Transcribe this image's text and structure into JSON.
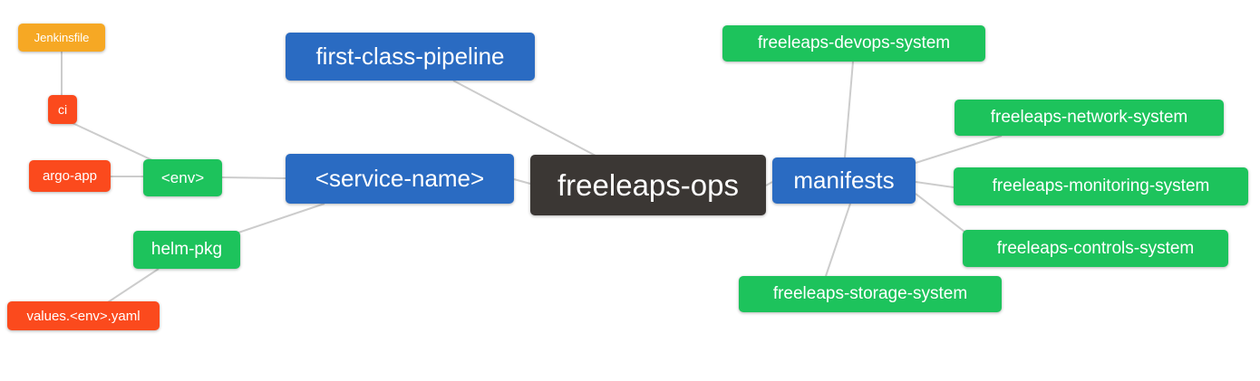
{
  "diagram": {
    "type": "mindmap",
    "root": "freeleaps-ops",
    "colors": {
      "green": "#1dc35c",
      "blue": "#2a6bc2",
      "dark": "#3b3734",
      "red": "#fb4a1d",
      "orange": "#f6a824",
      "edge": "#cccccc",
      "background": "#ffffff",
      "text": "#ffffff"
    }
  },
  "nodes": {
    "jenkinsfile": {
      "label": "Jenkinsfile",
      "color": "orange"
    },
    "ci": {
      "label": "ci",
      "color": "red"
    },
    "argo_app": {
      "label": "argo-app",
      "color": "red"
    },
    "env": {
      "label": "<env>",
      "color": "green"
    },
    "helm_pkg": {
      "label": "helm-pkg",
      "color": "green"
    },
    "values_yaml": {
      "label": "values.<env>.yaml",
      "color": "red"
    },
    "first_class_pipeline": {
      "label": "first-class-pipeline",
      "color": "blue"
    },
    "service_name": {
      "label": "<service-name>",
      "color": "blue"
    },
    "freeleaps_ops": {
      "label": "freeleaps-ops",
      "color": "dark"
    },
    "manifests": {
      "label": "manifests",
      "color": "blue"
    },
    "devops_system": {
      "label": "freeleaps-devops-system",
      "color": "green"
    },
    "network_system": {
      "label": "freeleaps-network-system",
      "color": "green"
    },
    "monitoring_system": {
      "label": "freeleaps-monitoring-system",
      "color": "green"
    },
    "controls_system": {
      "label": "freeleaps-controls-system",
      "color": "green"
    },
    "storage_system": {
      "label": "freeleaps-storage-system",
      "color": "green"
    }
  },
  "edges": [
    {
      "from": "jenkinsfile",
      "to": "ci"
    },
    {
      "from": "ci",
      "to": "env"
    },
    {
      "from": "argo_app",
      "to": "env"
    },
    {
      "from": "env",
      "to": "service_name"
    },
    {
      "from": "helm_pkg",
      "to": "service_name"
    },
    {
      "from": "values_yaml",
      "to": "helm_pkg"
    },
    {
      "from": "first_class_pipeline",
      "to": "freeleaps_ops"
    },
    {
      "from": "service_name",
      "to": "freeleaps_ops"
    },
    {
      "from": "freeleaps_ops",
      "to": "manifests"
    },
    {
      "from": "manifests",
      "to": "devops_system"
    },
    {
      "from": "manifests",
      "to": "network_system"
    },
    {
      "from": "manifests",
      "to": "monitoring_system"
    },
    {
      "from": "manifests",
      "to": "controls_system"
    },
    {
      "from": "manifests",
      "to": "storage_system"
    }
  ]
}
